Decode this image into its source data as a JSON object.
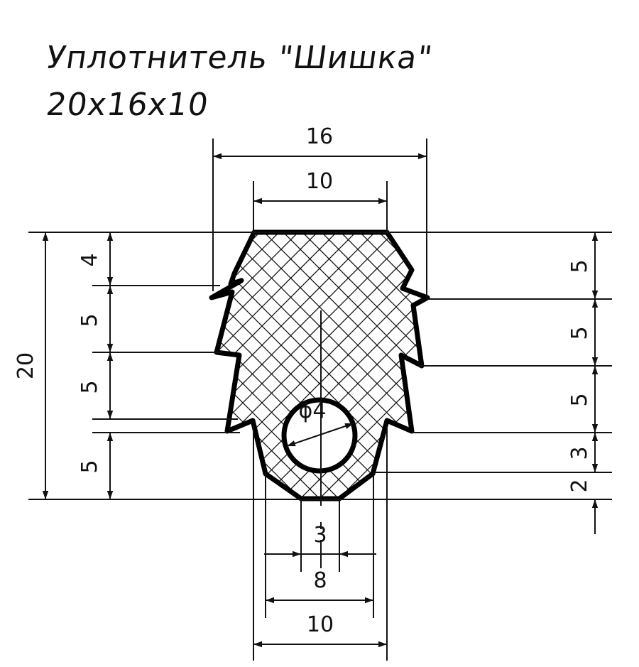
{
  "title": {
    "line1": "Уплотнитель \"Шишка\"",
    "line2": "20x16x10"
  },
  "dimensions": {
    "top_width_outer": "16",
    "top_width_inner": "10",
    "overall_height": "20",
    "left_4": "4",
    "left_5a": "5",
    "left_5b": "5",
    "left_5c": "5",
    "right_5a": "5",
    "right_5b": "5",
    "right_5c": "5",
    "right_3": "3",
    "right_2": "2",
    "hole_diameter": "ϕ4",
    "bottom_3": "3",
    "bottom_8": "8",
    "bottom_10": "10"
  },
  "colors": {
    "line": "#000000",
    "background": "#ffffff"
  }
}
